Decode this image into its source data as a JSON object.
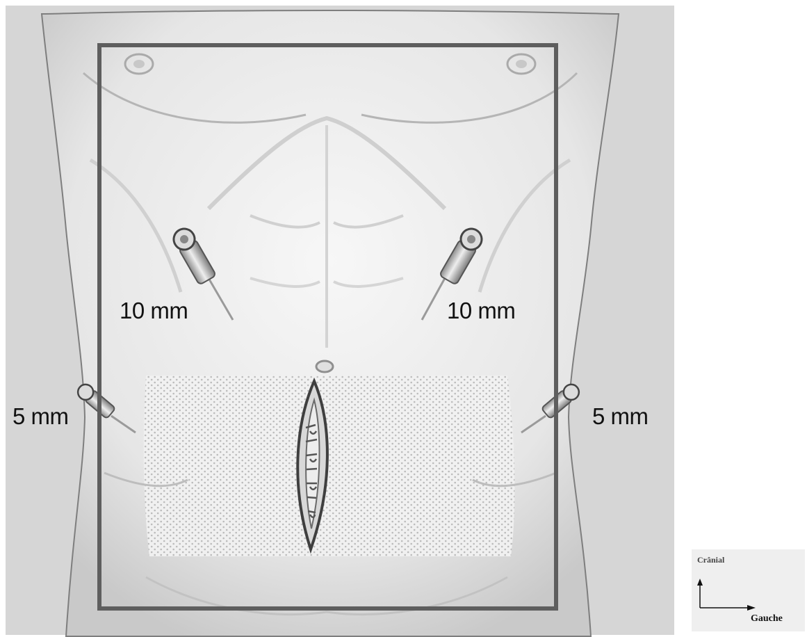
{
  "ports": {
    "upper_right_patient": "10 mm",
    "upper_left_patient": "10 mm",
    "lower_right_patient": "5 mm",
    "lower_left_patient": "5 mm"
  },
  "orientation": {
    "cranial": "Crânial",
    "left": "Gauche"
  },
  "colors": {
    "background": "#d6d6d6",
    "skin": "#ececec",
    "frame": "#5e5e5e",
    "mesh": "#f4f4f4"
  }
}
